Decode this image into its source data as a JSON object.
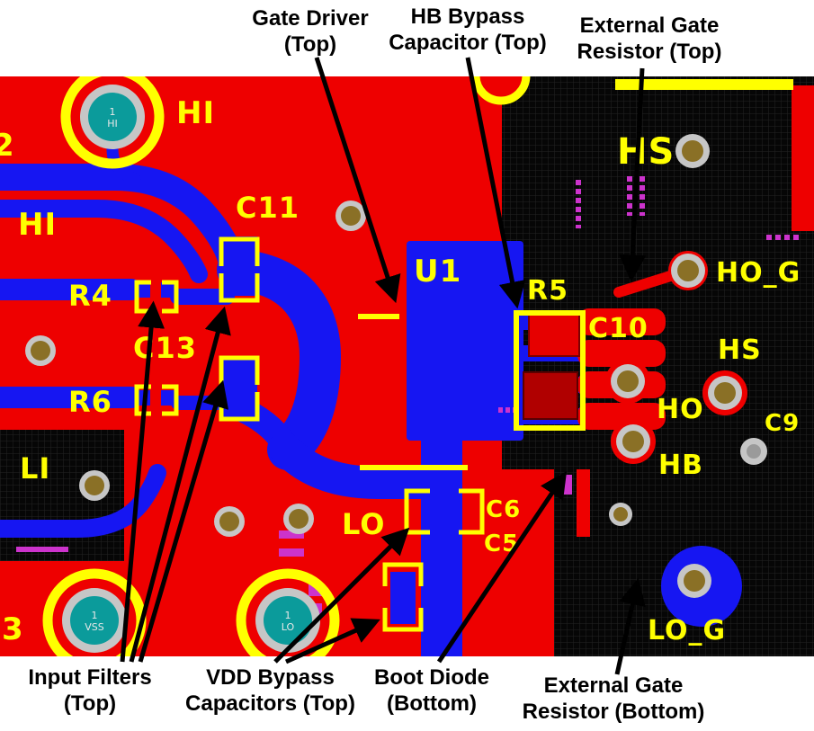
{
  "annotations": {
    "gate_driver": {
      "line1": "Gate Driver",
      "line2": "(Top)"
    },
    "hb_bypass": {
      "line1": "HB Bypass",
      "line2": "Capacitor (Top)"
    },
    "ext_gate_top": {
      "line1": "External Gate",
      "line2": "Resistor (Top)"
    },
    "input_filters": {
      "line1": "Input Filters",
      "line2": "(Top)"
    },
    "vdd_bypass": {
      "line1": "VDD Bypass",
      "line2": "Capacitors (Top)"
    },
    "boot_diode": {
      "line1": "Boot Diode",
      "line2": "(Bottom)"
    },
    "ext_gate_bottom": {
      "line1": "External Gate",
      "line2": "Resistor (Bottom)"
    }
  },
  "silkscreen": {
    "hi_top": "HI",
    "hi_left": "HI",
    "c11": "C11",
    "r4": "R4",
    "c13": "C13",
    "r6": "R6",
    "li": "LI",
    "u1": "U1",
    "r5": "R5",
    "c10": "C10",
    "hs_top": "HS",
    "ho_g": "HO_G",
    "hs_mid": "HS",
    "ho": "HO",
    "hb": "HB",
    "c9": "C9",
    "lo": "LO",
    "c6": "C6",
    "c5": "C5",
    "lo_g": "LO_G",
    "edge_2": "2",
    "edge_3": "3"
  },
  "pads": {
    "hi": {
      "pin": "1",
      "net": "HI"
    },
    "vss": {
      "pin": "1",
      "net": "VSS"
    },
    "lo": {
      "pin": "1",
      "net": "LO"
    }
  },
  "colors": {
    "board_red": "#ee0000",
    "trace_blue": "#1616f2",
    "silkscreen_yellow": "#ffff00",
    "plane_black": "#060606",
    "pad_teal": "#0b9b9b",
    "via_olive": "#8a7026",
    "pad_gray": "#c6c6c6",
    "detail_magenta": "#cc33cc",
    "annotation_text": "#000000"
  }
}
